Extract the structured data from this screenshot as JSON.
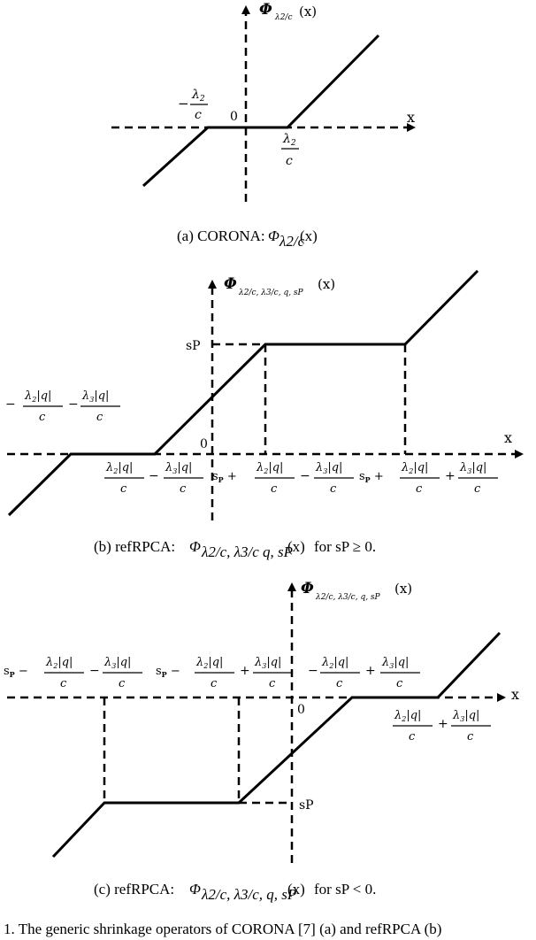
{
  "panel_a": {
    "y_label": "Φ",
    "y_sub": "λ2/c",
    "y_arg": "(x)",
    "x_label": "x",
    "origin": "0",
    "left_threshold": "−λ2/c",
    "right_threshold": "λ2/c",
    "caption_prefix": "(a)  CORONA:",
    "caption_func": "Φ",
    "caption_sub": "λ2/c",
    "caption_arg": "(x)"
  },
  "panel_b": {
    "y_label": "Φ",
    "y_sub": "λ2/c, λ3/c, q, sP",
    "y_arg": "(x)",
    "x_label": "x",
    "origin": "0",
    "sp_label": "sP",
    "left_tick": "−λ2|q|/c − λ3|q|/c",
    "tick_1": "λ2|q|/c − λ3|q|/c",
    "tick_2": "sP + λ2|q|/c − λ3|q|/c",
    "tick_3": "sP + λ2|q|/c + λ3|q|/c",
    "caption_prefix": "(b)  refRPCA:",
    "caption_func": "Φ",
    "caption_sub": "λ2/c, λ3/c q, sP",
    "caption_arg": "(x)",
    "caption_suffix": "for sP ≥ 0."
  },
  "panel_c": {
    "y_label": "Φ",
    "y_sub": "λ2/c, λ3/c, q, sP",
    "y_arg": "(x)",
    "x_label": "x",
    "origin": "0",
    "sp_label": "sP",
    "tick_1": "sP − λ2|q|/c − λ3|q|/c",
    "tick_2": "sP − λ2|q|/c + λ3|q|/c",
    "tick_3": "−λ2|q|/c + λ3|q|/c",
    "tick_right": "λ2|q|/c + λ3|q|/c",
    "caption_prefix": "(c)  refRPCA:",
    "caption_func": "Φ",
    "caption_sub": "λ2/c, λ3/c, q, sP",
    "caption_arg": "(x)",
    "caption_suffix": "for sP < 0."
  },
  "footer_text": "1.  The generic shrinkage operators of CORONA [7] (a) and refRPCA (b)"
}
